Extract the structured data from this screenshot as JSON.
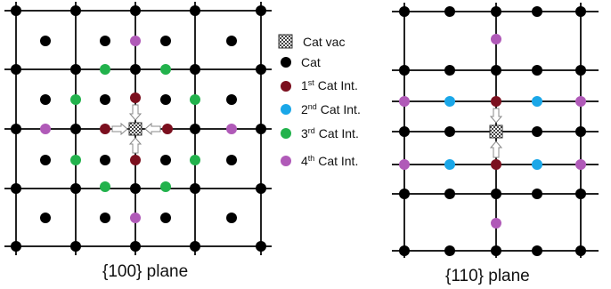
{
  "captions": {
    "left": "{100} plane",
    "right": "{110} plane"
  },
  "legend": {
    "items": [
      {
        "key": "vac",
        "prefix": "Cat vac",
        "sup": "",
        "suffix": ""
      },
      {
        "key": "cat",
        "prefix": "Cat",
        "sup": "",
        "suffix": ""
      },
      {
        "key": "int1",
        "prefix": "1",
        "sup": "st",
        "suffix": " Cat Int."
      },
      {
        "key": "int2",
        "prefix": "2",
        "sup": "nd",
        "suffix": " Cat Int."
      },
      {
        "key": "int3",
        "prefix": "3",
        "sup": "rd",
        "suffix": " Cat Int."
      },
      {
        "key": "int4",
        "prefix": "4",
        "sup": "th",
        "suffix": " Cat Int."
      }
    ]
  },
  "colors": {
    "cat": "#000000",
    "int1": "#7b0f1e",
    "int2": "#1aa7e8",
    "int3": "#22b24c",
    "int4": "#b05ab8",
    "vac": "#808080",
    "line": "#222222",
    "arrow": "#888888"
  }
}
